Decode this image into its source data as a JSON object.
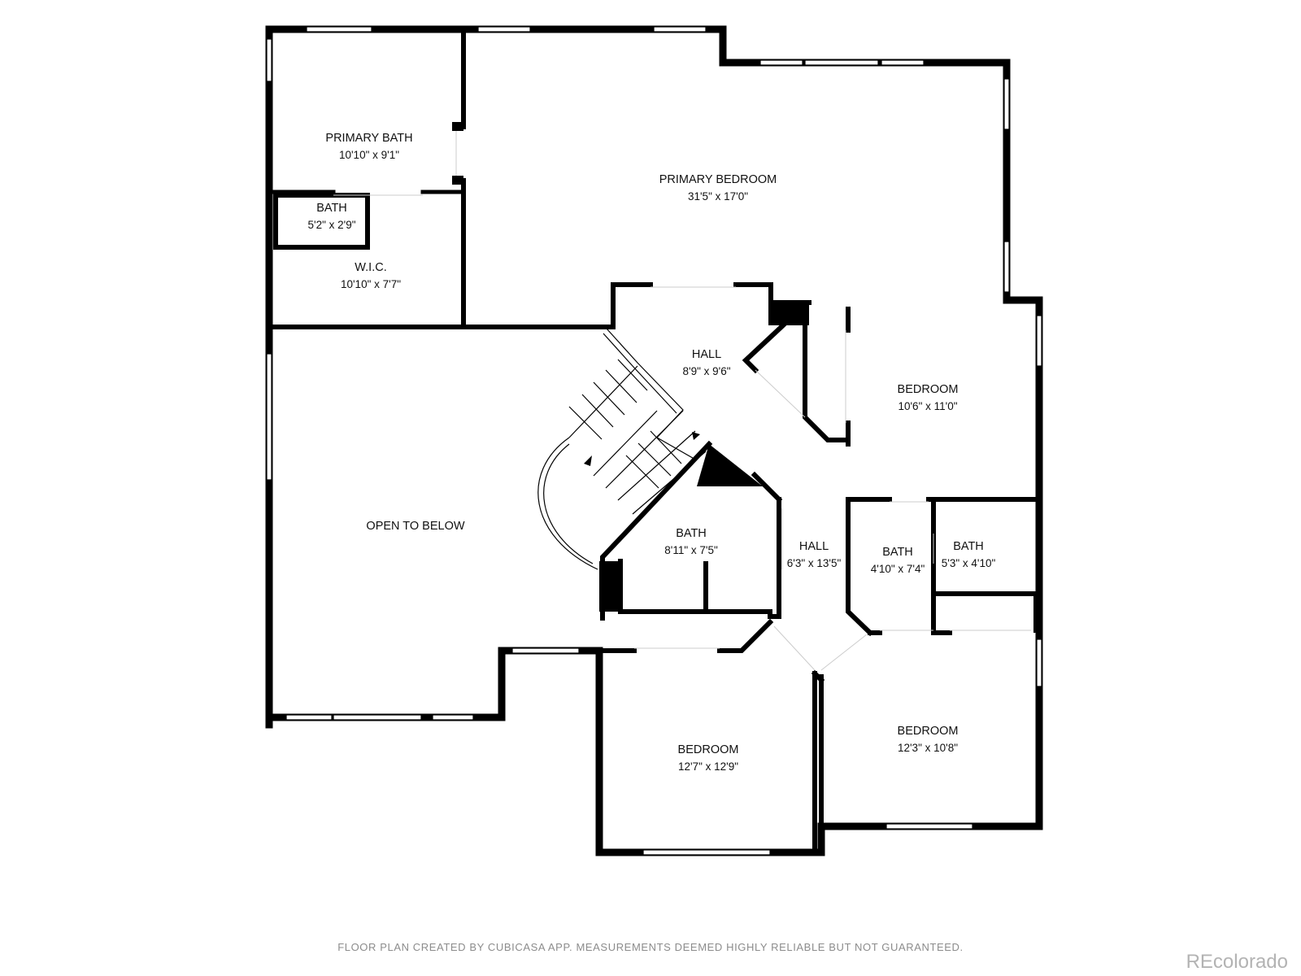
{
  "rooms": [
    {
      "name": "PRIMARY BATH",
      "dims": "10'10\" x 9'1\""
    },
    {
      "name": "PRIMARY BEDROOM",
      "dims": "31'5\" x 17'0\""
    },
    {
      "name": "BATH",
      "dims": "5'2\" x 2'9\""
    },
    {
      "name": "W.I.C.",
      "dims": "10'10\" x 7'7\""
    },
    {
      "name": "HALL",
      "dims": "8'9\" x 9'6\""
    },
    {
      "name": "BEDROOM",
      "dims": "10'6\" x 11'0\""
    },
    {
      "name": "OPEN TO BELOW",
      "dims": ""
    },
    {
      "name": "BATH",
      "dims": "8'11\" x 7'5\""
    },
    {
      "name": "HALL",
      "dims": "6'3\" x 13'5\""
    },
    {
      "name": "BATH",
      "dims": "4'10\" x 7'4\""
    },
    {
      "name": "BATH",
      "dims": "5'3\" x 4'10\""
    },
    {
      "name": "BEDROOM",
      "dims": "12'7\" x 12'9\""
    },
    {
      "name": "BEDROOM",
      "dims": "12'3\" x 10'8\""
    }
  ],
  "footer": {
    "note": "FLOOR PLAN CREATED BY CUBICASA APP. MEASUREMENTS DEEMED HIGHLY RELIABLE BUT NOT GUARANTEED.",
    "watermark": "REcolorado"
  }
}
